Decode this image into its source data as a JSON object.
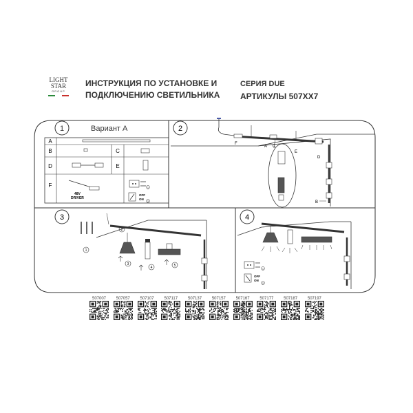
{
  "header": {
    "logo_line1": "LIGHT",
    "logo_line2": "STAR",
    "logo_line3": "GROUP",
    "title_line1": "ИНСТРУКЦИЯ ПО УСТАНОВКЕ И",
    "title_line2": "ПОДКЛЮЧЕНИЮ СВЕТИЛЬНИКА",
    "series_prefix": "СЕРИЯ",
    "series_name": "DUE",
    "articles": "АРТИКУЛЫ 507XX7"
  },
  "steps": {
    "step1": "1",
    "variant": "Вариант А",
    "step2": "2",
    "step3": "3",
    "step4": "4"
  },
  "parts_table": {
    "A": "A",
    "B": "B",
    "C": "C",
    "D": "D",
    "E": "E",
    "F": "F",
    "driver_label": "48V",
    "driver_label2": "DRIVER",
    "switch_off": "OFF",
    "switch_on": "ON",
    "circle_1": "1",
    "circle_2": "2"
  },
  "diagram_labels": {
    "d2_F": "F",
    "d2_A": "A",
    "d2_C": "C",
    "d2_E": "E",
    "d2_D": "D",
    "d2_B": "B",
    "d3_c1": "1",
    "d3_c2": "2",
    "d3_c3": "3",
    "d3_c4": "4",
    "d3_c5": "5"
  },
  "qr_codes": [
    {
      "code": "507007"
    },
    {
      "code": "507057"
    },
    {
      "code": "507107"
    },
    {
      "code": "507117"
    },
    {
      "code": "507137"
    },
    {
      "code": "507157"
    },
    {
      "code": "507167"
    },
    {
      "code": "507177"
    },
    {
      "code": "507187"
    },
    {
      "code": "507197"
    }
  ],
  "colors": {
    "line": "#333333",
    "logo_green": "#2a8a3a",
    "logo_red": "#c9302c"
  }
}
